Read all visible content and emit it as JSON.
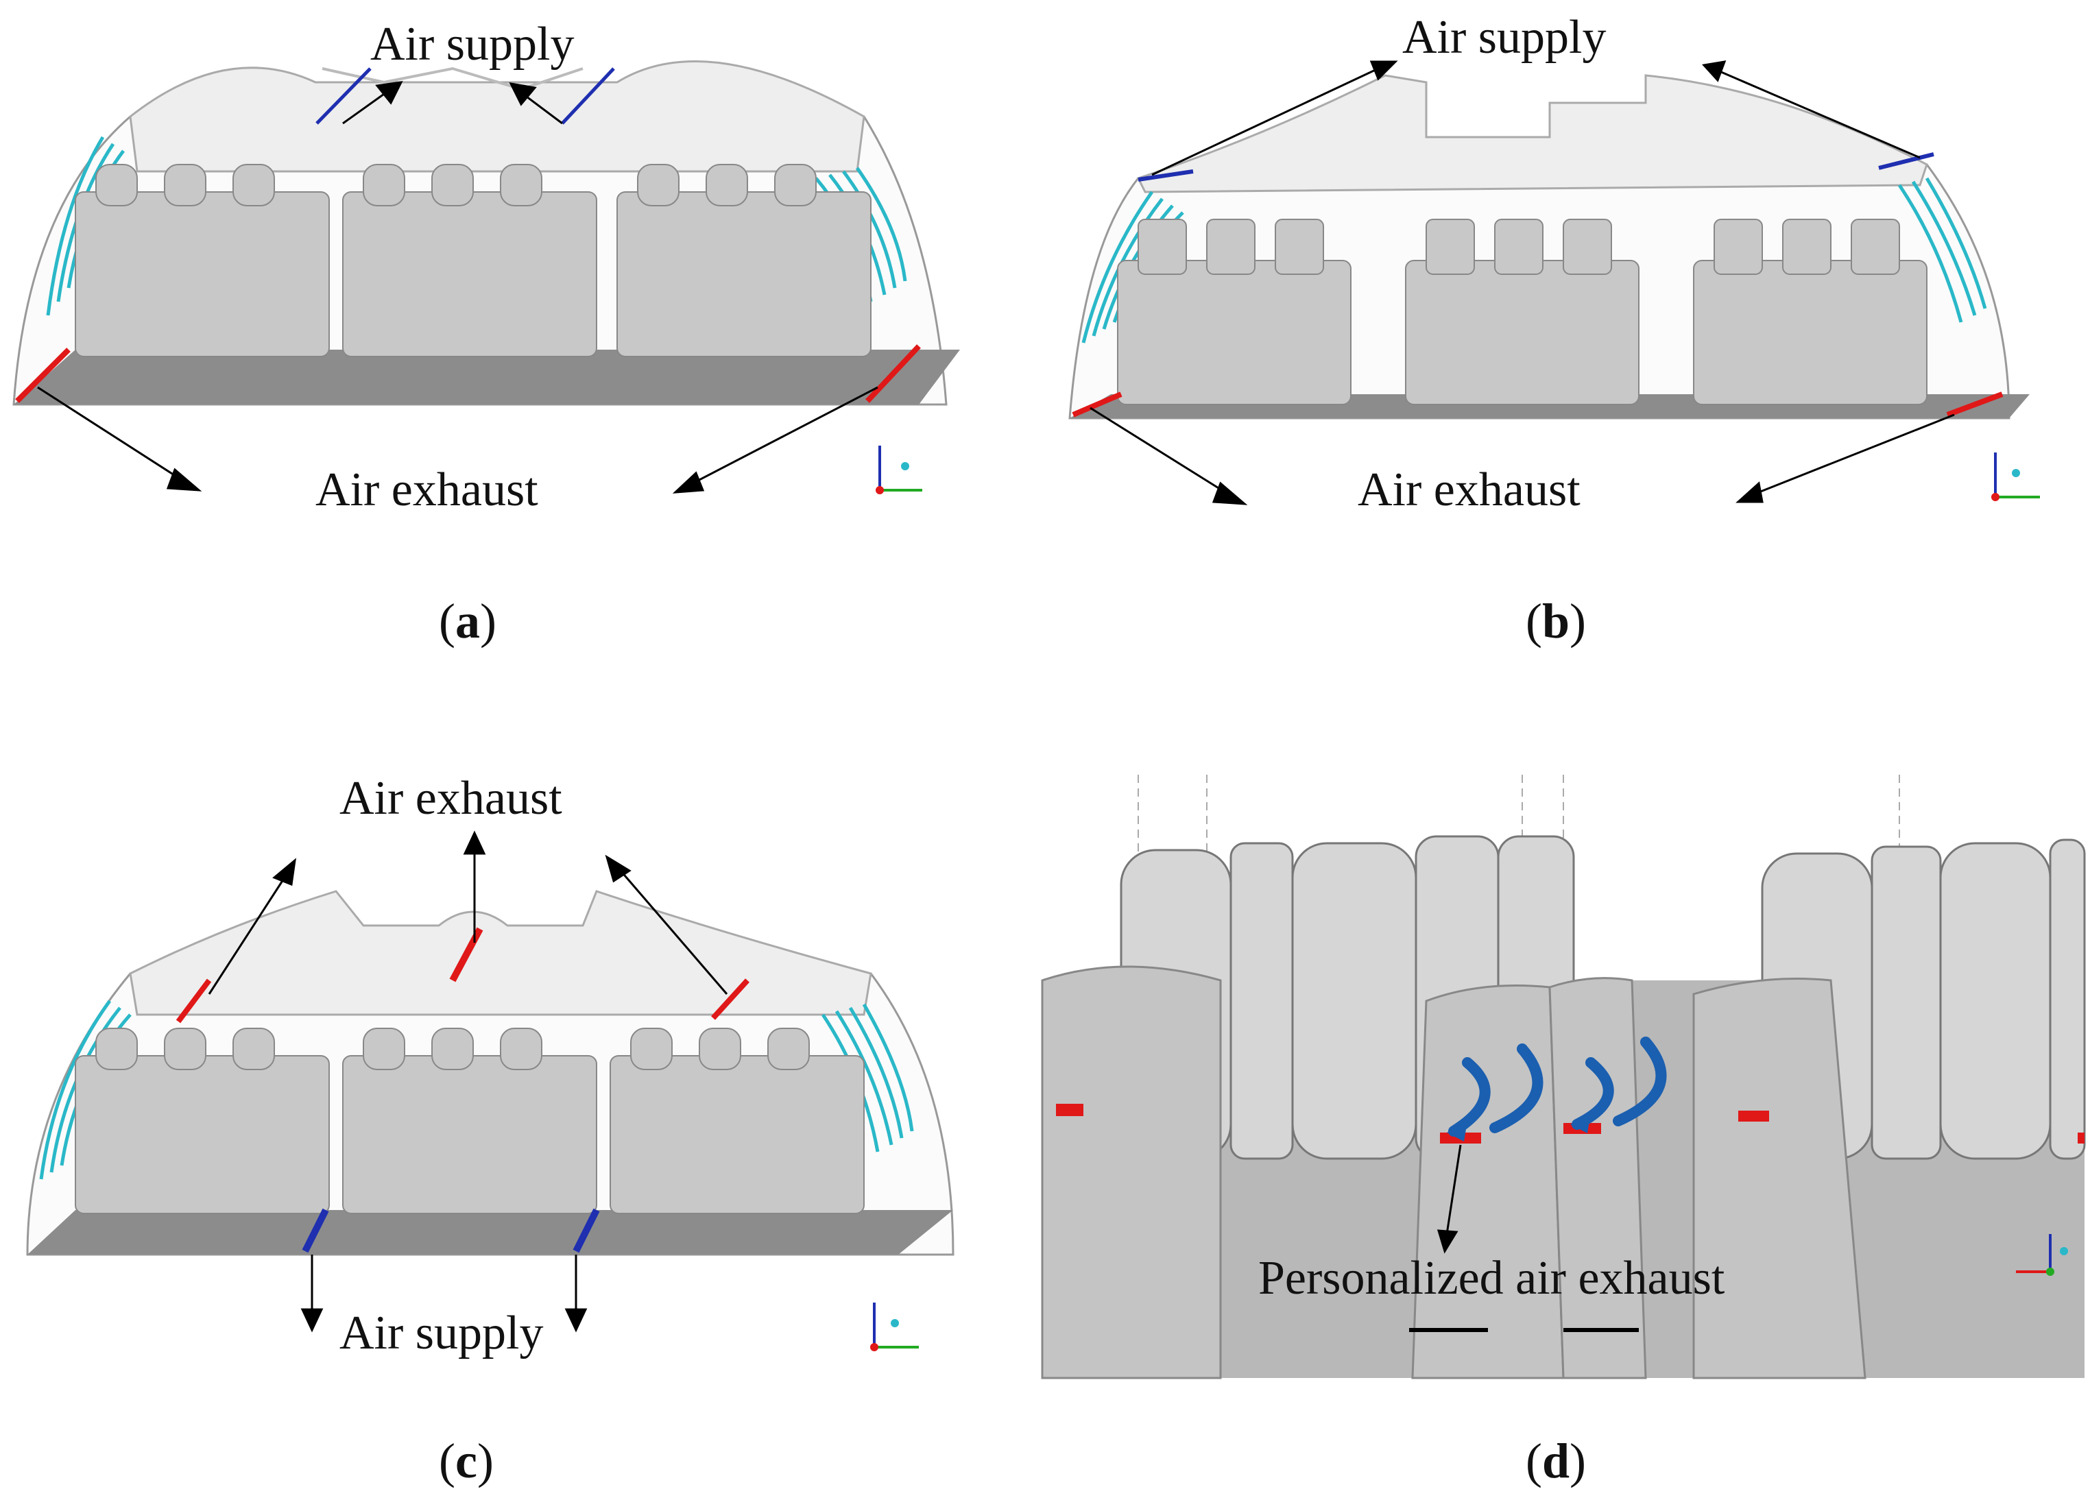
{
  "panels": [
    {
      "id": "a",
      "caption_letter": "a",
      "label_top": "Air supply",
      "label_bottom": "Air exhaust"
    },
    {
      "id": "b",
      "caption_letter": "b",
      "label_top": "Air supply",
      "label_bottom": "Air exhaust"
    },
    {
      "id": "c",
      "caption_letter": "c",
      "label_top": "Air exhaust",
      "label_bottom": "Air supply"
    },
    {
      "id": "d",
      "caption_letter": "d",
      "label_bottom": "Personalized air exhaust"
    }
  ],
  "colors": {
    "supply": "#1f2fb0",
    "exhaust": "#e01818",
    "nozzle": "#2ab8c8",
    "floor": "#8c8c8c",
    "manikin": "#c8c8c8",
    "arrow": "#1a5fb0"
  }
}
